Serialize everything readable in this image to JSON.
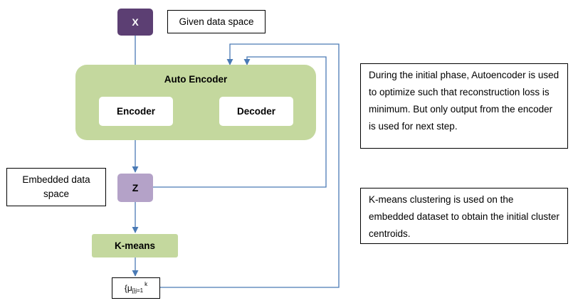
{
  "diagram": {
    "input_node": {
      "label": "X"
    },
    "autoencoder": {
      "title": "Auto Encoder",
      "encoder_label": "Encoder",
      "decoder_label": "Decoder"
    },
    "latent_node": {
      "label": "Z"
    },
    "kmeans_node": {
      "label": "K-means"
    },
    "centroids_node": {
      "base": "{μ",
      "subscript": "j}j=1",
      "superscript": "k"
    },
    "labels": {
      "given_data_space": "Given data space",
      "embedded_data_space": "Embedded data space"
    },
    "notes": {
      "autoencoder_note": "During the initial phase, Autoencoder is used to optimize such that reconstruction loss is minimum. But only output from the encoder is used for next step.",
      "kmeans_note": "K-means clustering is used on the embedded dataset to obtain the initial cluster centroids."
    },
    "colors": {
      "input_node": "#5c3f73",
      "latent_node": "#b4a2c8",
      "green_boxes": "#c4d89e",
      "arrows": "#4a7ab5"
    }
  }
}
